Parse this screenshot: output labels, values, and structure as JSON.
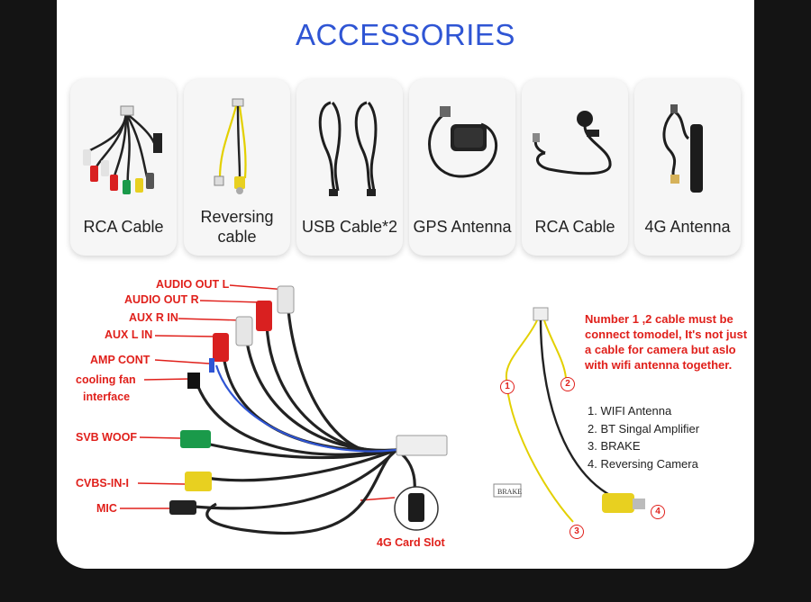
{
  "title": "ACCESSORIES",
  "cards": [
    {
      "label": "RCA Cable",
      "icon": "rca-cable-harness-icon"
    },
    {
      "label": "Reversing cable",
      "icon": "reversing-cable-icon"
    },
    {
      "label": "USB Cable*2",
      "icon": "usb-cable-icon"
    },
    {
      "label": "GPS Antenna",
      "icon": "gps-antenna-icon"
    },
    {
      "label": "RCA Cable",
      "icon": "microphone-cable-icon"
    },
    {
      "label": "4G Antenna",
      "icon": "4g-antenna-icon"
    }
  ],
  "harness_labels": {
    "audio_out_l": "AUDIO OUT L",
    "audio_out_r": "AUDIO OUT R",
    "aux_r_in": "AUX R IN",
    "aux_l_in": "AUX L IN",
    "amp_cont": "AMP CONT",
    "cooling_fan_1": "cooling fan",
    "cooling_fan_2": "interface",
    "svb_woof": "SVB WOOF",
    "cvbs_in": "CVBS-IN-I",
    "mic": "MIC",
    "card_slot": "4G Card Slot"
  },
  "note": "Number 1 ,2 cable must be connect tomodel, It's not just a cable for camera but aslo with wifi antenna together.",
  "list": [
    "1. WIFI Antenna",
    "2. BT Singal Amplifier",
    "3. BRAKE",
    "4. Reversing Camera"
  ],
  "numbers": [
    "1",
    "2",
    "3",
    "4"
  ],
  "tag_text": "BRAKE",
  "colors": {
    "title": "#2f55d4",
    "label_red": "#e0201b",
    "panel": "#ffffff",
    "background": "#141414"
  }
}
